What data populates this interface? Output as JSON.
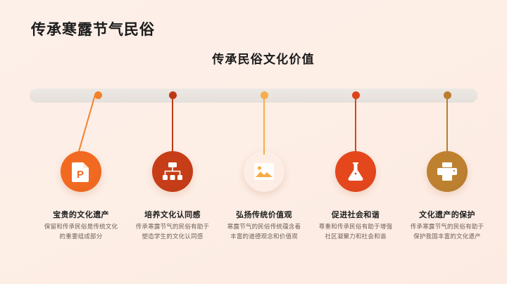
{
  "slide": {
    "main_title": "传承寒露节气民俗",
    "sub_title": "传承民俗文化价值",
    "background_color": "#fdeee6",
    "rail_color": "#e5e0db"
  },
  "items": [
    {
      "icon": "document-p-icon",
      "color": "#f26a21",
      "dot_color": "#f5812c",
      "title": "宝贵的文化遗产",
      "body": "保留和传承民俗是传统文化的重要组成部分"
    },
    {
      "icon": "org-chart-icon",
      "color": "#c63d18",
      "dot_color": "#bb3a14",
      "title": "培养文化认同感",
      "body": "传承寒露节气的民俗有助于塑造学生的文化认同感"
    },
    {
      "icon": "image-icon",
      "color": "#f9a košer",
      "dot_color": "#f7ad4b",
      "title": "弘扬传统价值观",
      "body": "寒露节气的民俗传统蕴含着丰富的道德观念和价值观"
    },
    {
      "icon": "flask-icon",
      "color": "#e4471c",
      "dot_color": "#dd421a",
      "title": "促进社会和谐",
      "body": "尊重和传承民俗有助于增强社区凝聚力和社会和谐"
    },
    {
      "icon": "printer-icon",
      "color": "#bd8130",
      "dot_color": "#b97f2e",
      "title": "文化遗产的保护",
      "body": "传承寒露节气的民俗有助于保护我国丰富的文化遗产"
    }
  ]
}
